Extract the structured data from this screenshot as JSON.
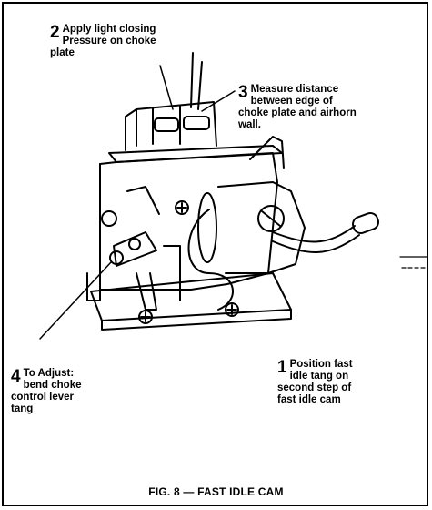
{
  "callouts": [
    {
      "number": "2",
      "text": "Apply light closing Pressure on choke plate"
    },
    {
      "number": "3",
      "text": "Measure distance between edge of choke plate and airhorn wall."
    },
    {
      "number": "4",
      "text": "To Adjust: bend choke control lever tang"
    },
    {
      "number": "1",
      "text": "Position fast idle tang on second step of fast idle cam"
    }
  ],
  "caption": "FIG. 8 — FAST IDLE CAM",
  "illustration": "carburetor-line-drawing"
}
